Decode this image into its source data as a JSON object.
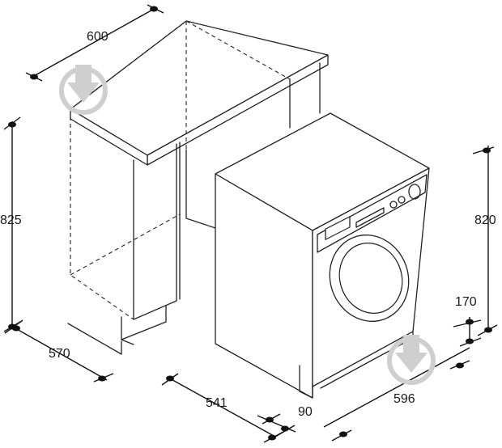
{
  "dimensions": {
    "counter_width": "600",
    "cabinet_height": "825",
    "cabinet_depth": "570",
    "machine_height": "820",
    "plinth_height": "170",
    "machine_depth": "541",
    "door_offset": "90",
    "machine_width": "596"
  },
  "watermark": {
    "icon": "download-arrow-icon"
  }
}
